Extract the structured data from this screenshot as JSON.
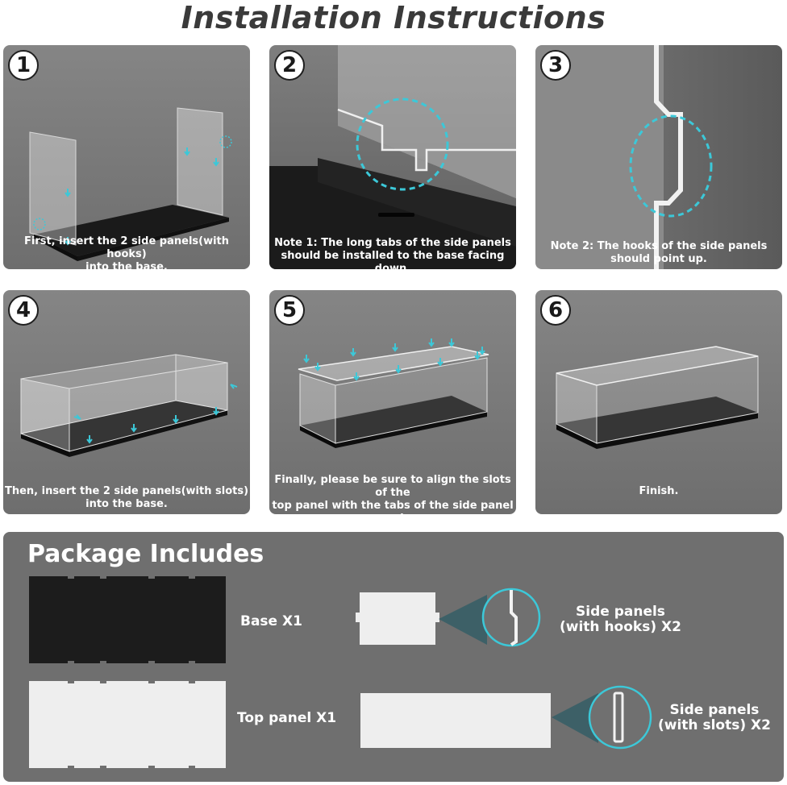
{
  "title": "Installation Instructions",
  "steps": [
    {
      "number": "1",
      "caption": "First, insert the 2 side panels(with hooks)\ninto the base."
    },
    {
      "number": "2",
      "caption": "Note 1: The long tabs of the side panels\nshould be installed to the base facing down."
    },
    {
      "number": "3",
      "caption": "Note 2: The hooks of the side panels\nshould point up."
    },
    {
      "number": "4",
      "caption": "Then, insert the 2 side panels(with slots)\ninto the base."
    },
    {
      "number": "5",
      "caption": "Finally, please be sure to align the slots of the\ntop panel with the tabs of the side panel and\ntap the top panel firmly to make it secure."
    },
    {
      "number": "6",
      "caption": "Finish."
    }
  ],
  "package": {
    "title": "Package Includes",
    "base_label": "Base X1",
    "top_label": "Top panel X1",
    "hooks_label": "Side panels\n(with hooks) X2",
    "slots_label": "Side panels\n(with slots) X2"
  },
  "colors": {
    "accent": "#3cc8d8",
    "base": "#1e1e1e",
    "panel_bg": "#7a7a7a"
  }
}
